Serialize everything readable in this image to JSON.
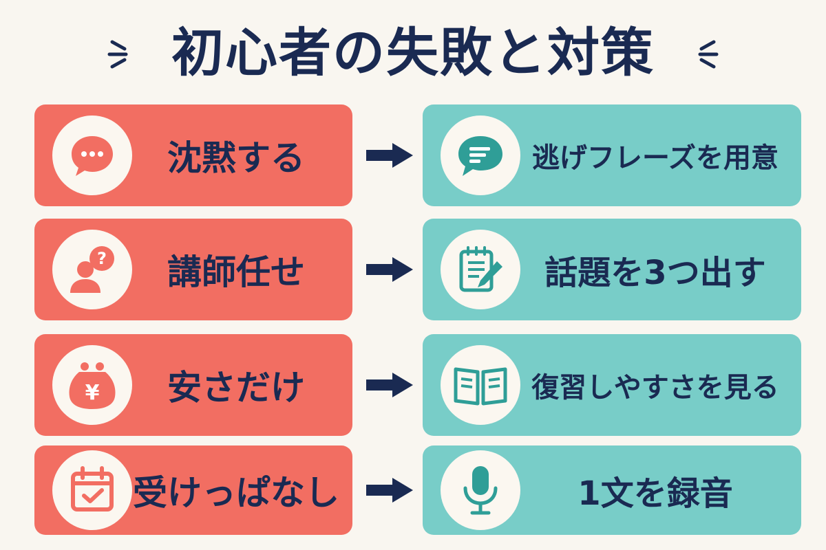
{
  "title": "初心者の失敗と対策",
  "colors": {
    "background": "#f9f6f0",
    "mistake_card": "#f26e62",
    "solution_card": "#78cdc8",
    "text": "#1a2a52"
  },
  "rows": [
    {
      "mistake": {
        "label": "沈黙する",
        "icon": "speech-bubble-dots-icon"
      },
      "solution": {
        "label": "逃げフレーズを用意",
        "icon": "chat-lines-icon"
      }
    },
    {
      "mistake": {
        "label": "講師任せ",
        "icon": "person-question-icon"
      },
      "solution": {
        "label": "話題を3つ出す",
        "icon": "notepad-pencil-icon"
      }
    },
    {
      "mistake": {
        "label": "安さだけ",
        "icon": "yen-purse-icon"
      },
      "solution": {
        "label": "復習しやすさを見る",
        "icon": "open-book-icon"
      }
    },
    {
      "mistake": {
        "label": "受けっぱなし",
        "icon": "calendar-check-icon"
      },
      "solution": {
        "label": "1文を録音",
        "icon": "microphone-icon"
      }
    }
  ]
}
